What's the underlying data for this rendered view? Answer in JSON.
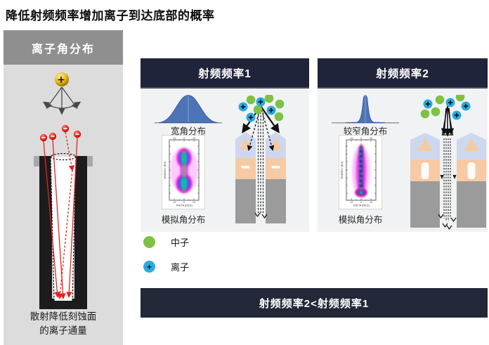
{
  "title": "降低射频频率增加离子到达底部的概率",
  "left_panel": {
    "header": "离子角分布",
    "caption": [
      "散射降低刻蚀面",
      "的离子通量"
    ]
  },
  "panels": [
    {
      "header": "射频频率1",
      "distribution_label": "宽角分布",
      "simulation_label": "模拟角分布"
    },
    {
      "header": "射频频率2",
      "distribution_label": "较窄角分布",
      "simulation_label": "模拟角分布"
    }
  ],
  "heatmap_axes": {
    "ylabel": "ENERGY (EV)",
    "xlabel": "THETA (DEG)",
    "xticks": [
      "-10",
      "0",
      "10"
    ]
  },
  "legend": {
    "items": [
      {
        "label": "中子",
        "symbol": "green-circle"
      },
      {
        "label": "离子",
        "symbol": "blue-circle-plus",
        "plus": "+"
      }
    ]
  },
  "conclusion": "射频频率2<射频频率1",
  "colors": {
    "header_navy": "#20243a",
    "left_header_gray": "#8f8f8f",
    "left_body_gray": "#dcdcdc",
    "panel_body_gray": "#f1f2f3",
    "neutral_green": "#7dc242",
    "ion_blue": "#29abe2",
    "curve_blue": "#4e74b8",
    "ion_red": "#e8211d",
    "gold": "#e8b80f",
    "mask_periwinkle": "#cdd8ef",
    "mask_peach": "#f6caa4",
    "substrate_gray": "#9b9b9b",
    "heatmap_magenta": "#ee2bee"
  }
}
